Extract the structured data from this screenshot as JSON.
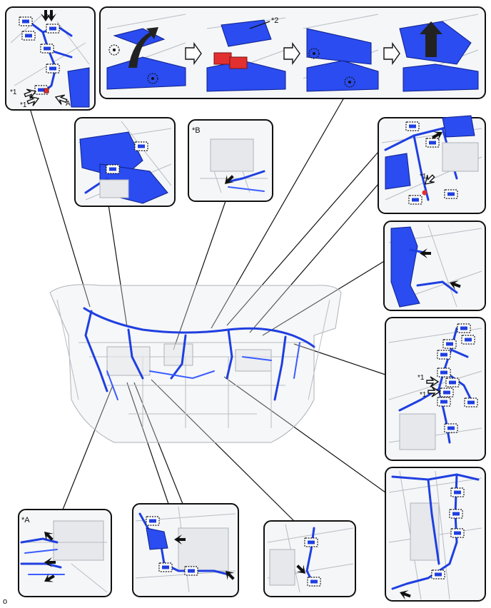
{
  "callouts": {
    "a_label": "*A",
    "b_label": "*B",
    "one_label": "*1",
    "two_label": "*2",
    "letter_a": "A"
  },
  "footer": {
    "code": "o"
  },
  "colors": {
    "harness": "#1f3fe0",
    "connector": "#2a4cf0",
    "highlight": "#e23030",
    "frame": "#111111"
  },
  "icons": [
    "clip-icon",
    "arrow-icon",
    "hollow-arrow-icon",
    "rotate-arrow-icon",
    "lift-arrow-icon",
    "step-arrow-icon",
    "target-circle-icon"
  ]
}
